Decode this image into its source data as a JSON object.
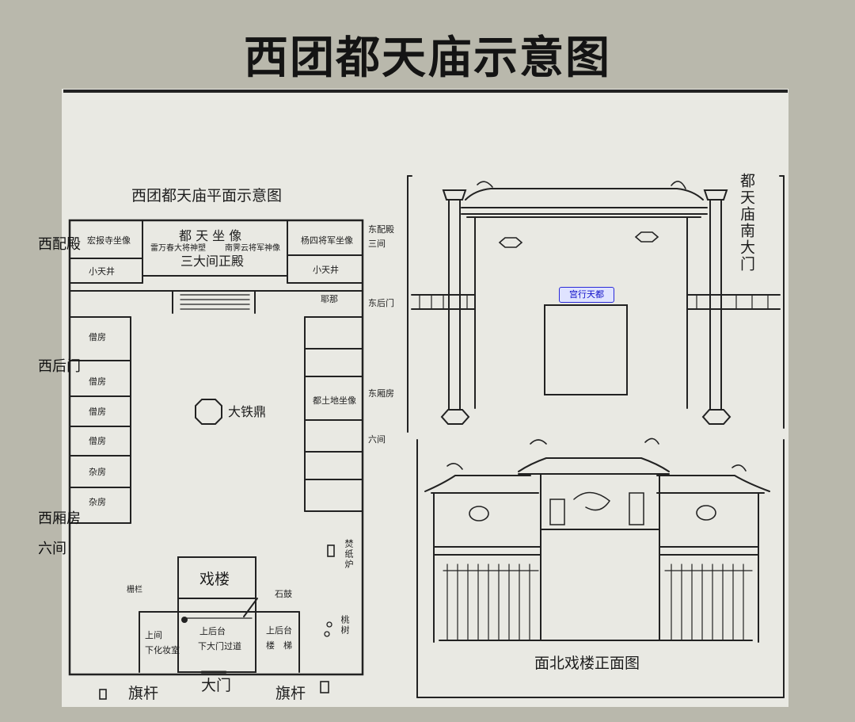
{
  "title": "西团都天庙示意图",
  "plan": {
    "heading": "西团都天庙平面示意图",
    "main_hall": {
      "title": "都 天 坐 像",
      "left_statue": "雷万春大将神塑",
      "right_statue": "南霁云将军神像",
      "name": "三大间正殿"
    },
    "west_side_hall": {
      "statue": "宏报寺坐像",
      "yard": "小天井"
    },
    "east_side_hall": {
      "statue": "杨四将军坐像",
      "yard": "小天井"
    },
    "east_labels": {
      "side_hall": "东配殿",
      "side_hall_rooms": "三间",
      "back_gate": "东后门",
      "wing": "东厢房",
      "wing_rooms": "六间"
    },
    "west_rooms": [
      "僧房",
      "僧房",
      "僧房",
      "僧房",
      "杂房",
      "杂房"
    ],
    "courtyard": {
      "cauldron": "大铁鼎",
      "earth_god": "都土地坐像",
      "sign": "耶那"
    },
    "stage": {
      "name": "戏楼",
      "railing": "栅栏",
      "stone_drum": "石鼓",
      "left_room_1": "上间",
      "left_room_2": "下化妆室",
      "center_1": "上后台",
      "center_2": "下大门过道",
      "right_1": "上后台",
      "right_2": "楼　梯"
    },
    "burner": "焚纸炉",
    "peach_tree": "桃树",
    "gate": "大门",
    "flagpole_left": "旗杆",
    "flagpole_right": "旗杆"
  },
  "overlay_labels": {
    "west_side_hall": "西配殿",
    "west_back_gate": "西后门",
    "west_wing": "西厢房",
    "west_wing_rooms": "六间"
  },
  "elevations": {
    "south_gate_title": "都天庙南大门",
    "plaque": "宫行天都",
    "stage_front_title": "面北戏楼正面图"
  }
}
